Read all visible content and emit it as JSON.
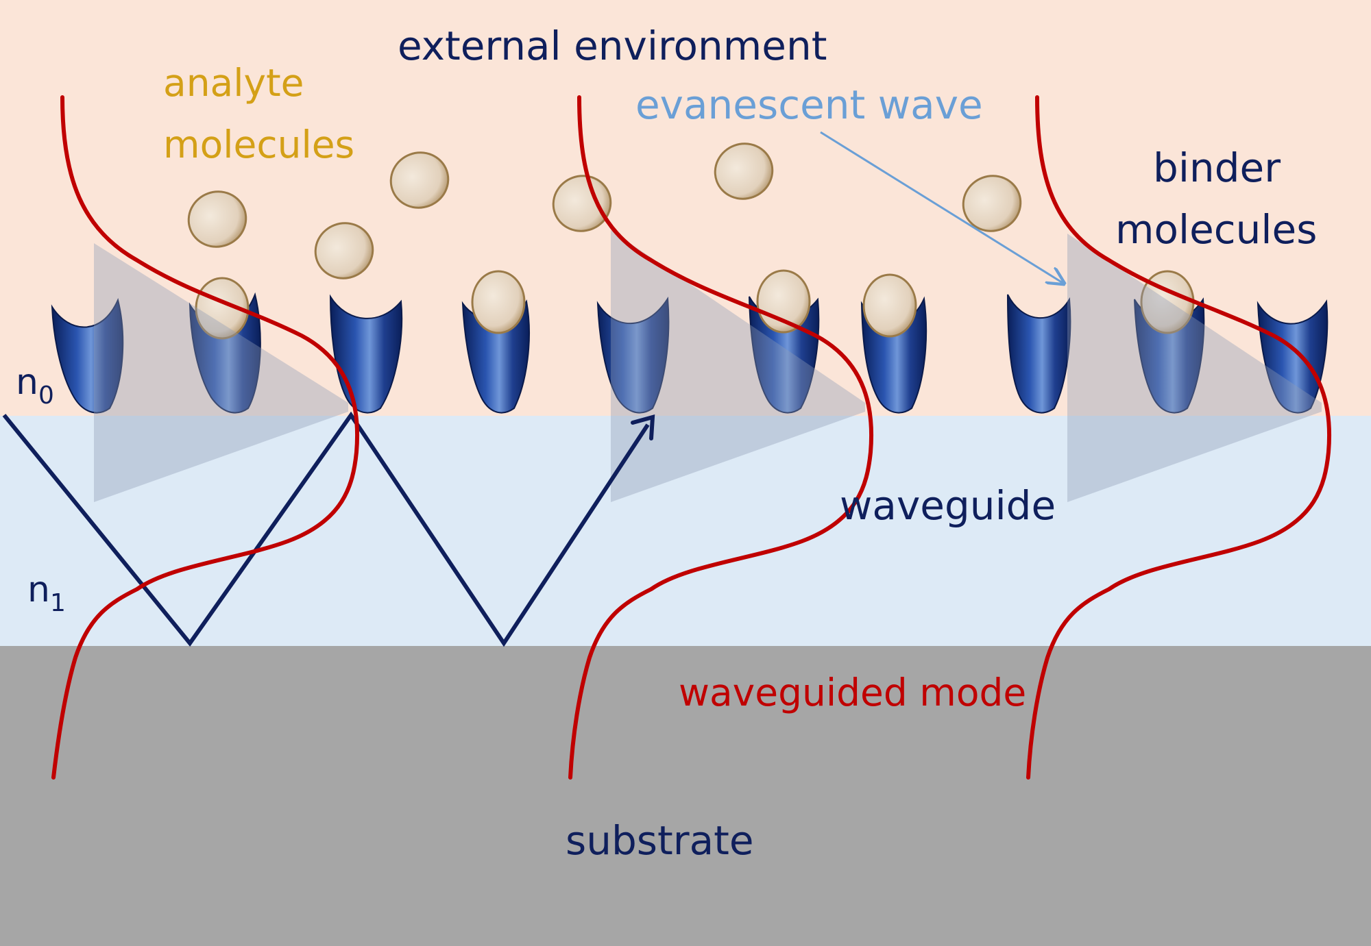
{
  "labels": {
    "external_environment": "external environment",
    "analyte_line1": "analyte",
    "analyte_line2": "molecules",
    "evanescent_wave": "evanescent wave",
    "binder_line1": "binder",
    "binder_line2": "molecules",
    "n0_base": "n",
    "n0_sub": "0",
    "n1_base": "n",
    "n1_sub": "1",
    "waveguide": "waveguide",
    "waveguided_mode": "waveguided mode",
    "substrate": "substrate"
  },
  "colors": {
    "external_environment_bg": "#fbe5d8",
    "waveguide_bg": "#ddeaf6",
    "substrate_bg": "#a6a6a6",
    "label_navy": "#0f1f5c",
    "label_gold": "#d4a017",
    "label_sky": "#6a9fd6",
    "mode_red": "#c00000",
    "binder_blue": "#1f3f8f",
    "analyte_beige": "#e6d7c3"
  }
}
